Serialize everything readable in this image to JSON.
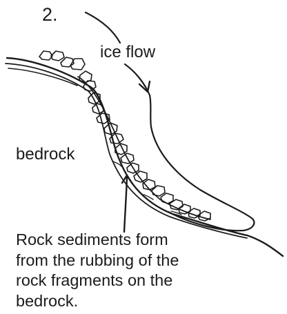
{
  "step_number": "2.",
  "labels": {
    "ice_flow": "ice flow",
    "bedrock": "bedrock"
  },
  "caption_lines": [
    "Rock sediments form",
    "from the rubbing of the",
    "rock fragments on the",
    "bedrock."
  ],
  "colors": {
    "ink": "#1b1b1b",
    "background": "#ffffff"
  }
}
